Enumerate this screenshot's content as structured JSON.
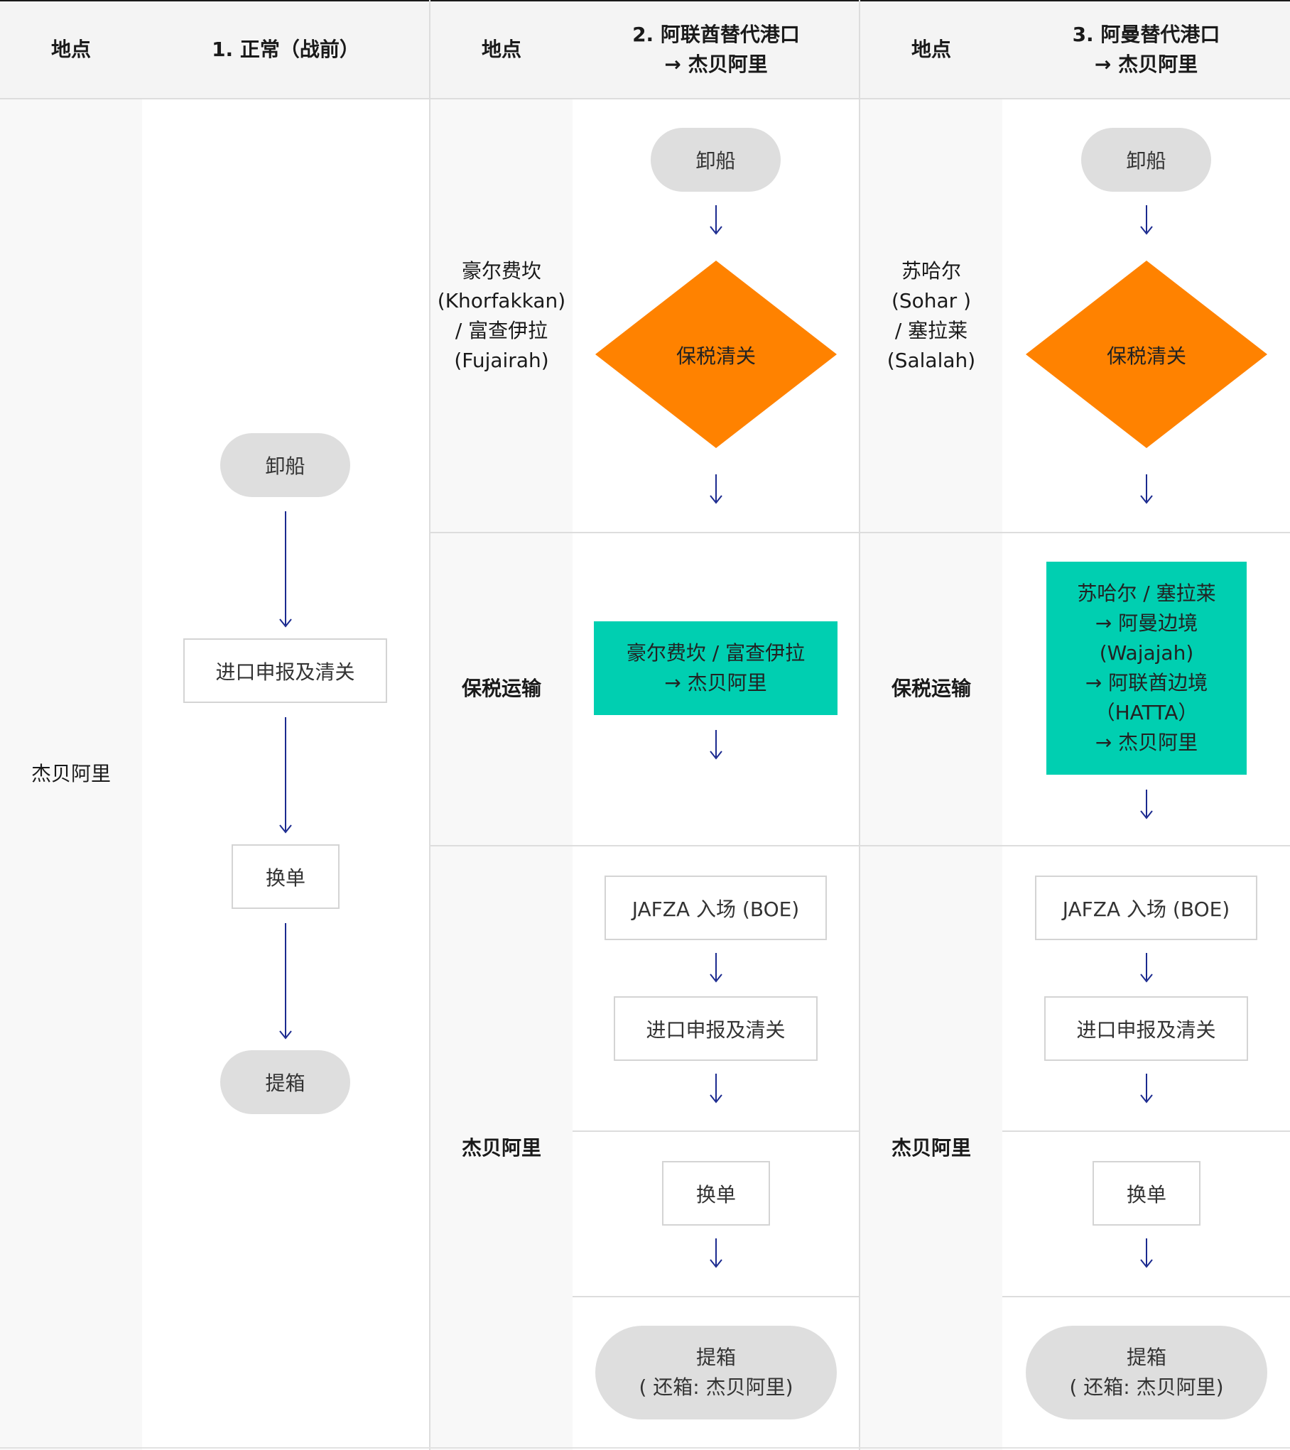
{
  "header": {
    "col1_location": "地点",
    "col1_title": "1. 正常（战前）",
    "col2_location": "地点",
    "col2_title_line1": "2. 阿联酋替代港口",
    "col2_title_line2": "→ 杰贝阿里",
    "col3_location": "地点",
    "col3_title_line1": "3. 阿曼替代港口",
    "col3_title_line2": "→ 杰贝阿里"
  },
  "scenario1": {
    "location": "杰贝阿里",
    "steps": [
      "卸船",
      "进口申报及清关",
      "换单",
      "提箱"
    ]
  },
  "scenario2": {
    "locations": {
      "alt_port_lines": [
        "豪尔费坎",
        "(Khorfakkan)",
        "/ 富查伊拉",
        "(Fujairah)"
      ],
      "transit": "保税运输",
      "destination": "杰贝阿里"
    },
    "unload": "卸船",
    "bonded_clearance": "保税清关",
    "transit_lines": [
      "豪尔费坎 / 富查伊拉",
      "→ 杰贝阿里"
    ],
    "boe": "JAFZA 入场 (BOE)",
    "import_clearance": "进口申报及清关",
    "do_exchange": "换单",
    "pickup_lines": [
      "提箱",
      "( 还箱: 杰贝阿里)"
    ]
  },
  "scenario3": {
    "locations": {
      "alt_port_lines": [
        "苏哈尔",
        "(Sohar )",
        "/ 塞拉莱",
        "(Salalah)"
      ],
      "transit": "保税运输",
      "destination": "杰贝阿里"
    },
    "unload": "卸船",
    "bonded_clearance": "保税清关",
    "transit_lines": [
      "苏哈尔 / 塞拉莱",
      "→ 阿曼边境",
      "(Wajajah)",
      "→ 阿联酋边境",
      "（HATTA）",
      "→ 杰贝阿里"
    ],
    "boe": "JAFZA 入场 (BOE)",
    "import_clearance": "进口申报及清关",
    "do_exchange": "换单",
    "pickup_lines": [
      "提箱",
      "( 还箱: 杰贝阿里)"
    ]
  },
  "colors": {
    "header_bg": "#f4f4f4",
    "location_col_bg": "#f8f8f8",
    "pill_bg": "#dedede",
    "diamond": "#ff8200",
    "teal_box": "#00cfb1",
    "arrow": "#1b2a8f",
    "divider": "#dddddd"
  }
}
